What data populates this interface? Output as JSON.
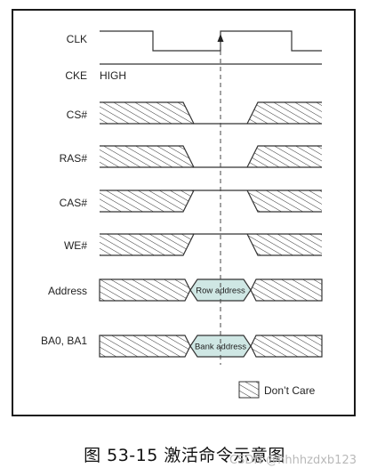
{
  "diagram": {
    "signals": [
      {
        "id": "clk",
        "label": "CLK"
      },
      {
        "id": "cke",
        "label": "CKE",
        "value": "HIGH"
      },
      {
        "id": "cs",
        "label": "CS#"
      },
      {
        "id": "ras",
        "label": "RAS#"
      },
      {
        "id": "cas",
        "label": "CAS#"
      },
      {
        "id": "we",
        "label": "WE#"
      },
      {
        "id": "address",
        "label": "Address",
        "value": "Row address"
      },
      {
        "id": "bank",
        "label": "BA0, BA1",
        "value": "Bank address"
      }
    ],
    "legend": {
      "label": "Don’t Care"
    },
    "colors": {
      "valid_fill": "#cfe7e4",
      "line": "#333333",
      "dashed": "#444444"
    }
  },
  "caption": "图 53-15   激活命令示意图",
  "watermark": "CSDN @hhhhzdxb123"
}
